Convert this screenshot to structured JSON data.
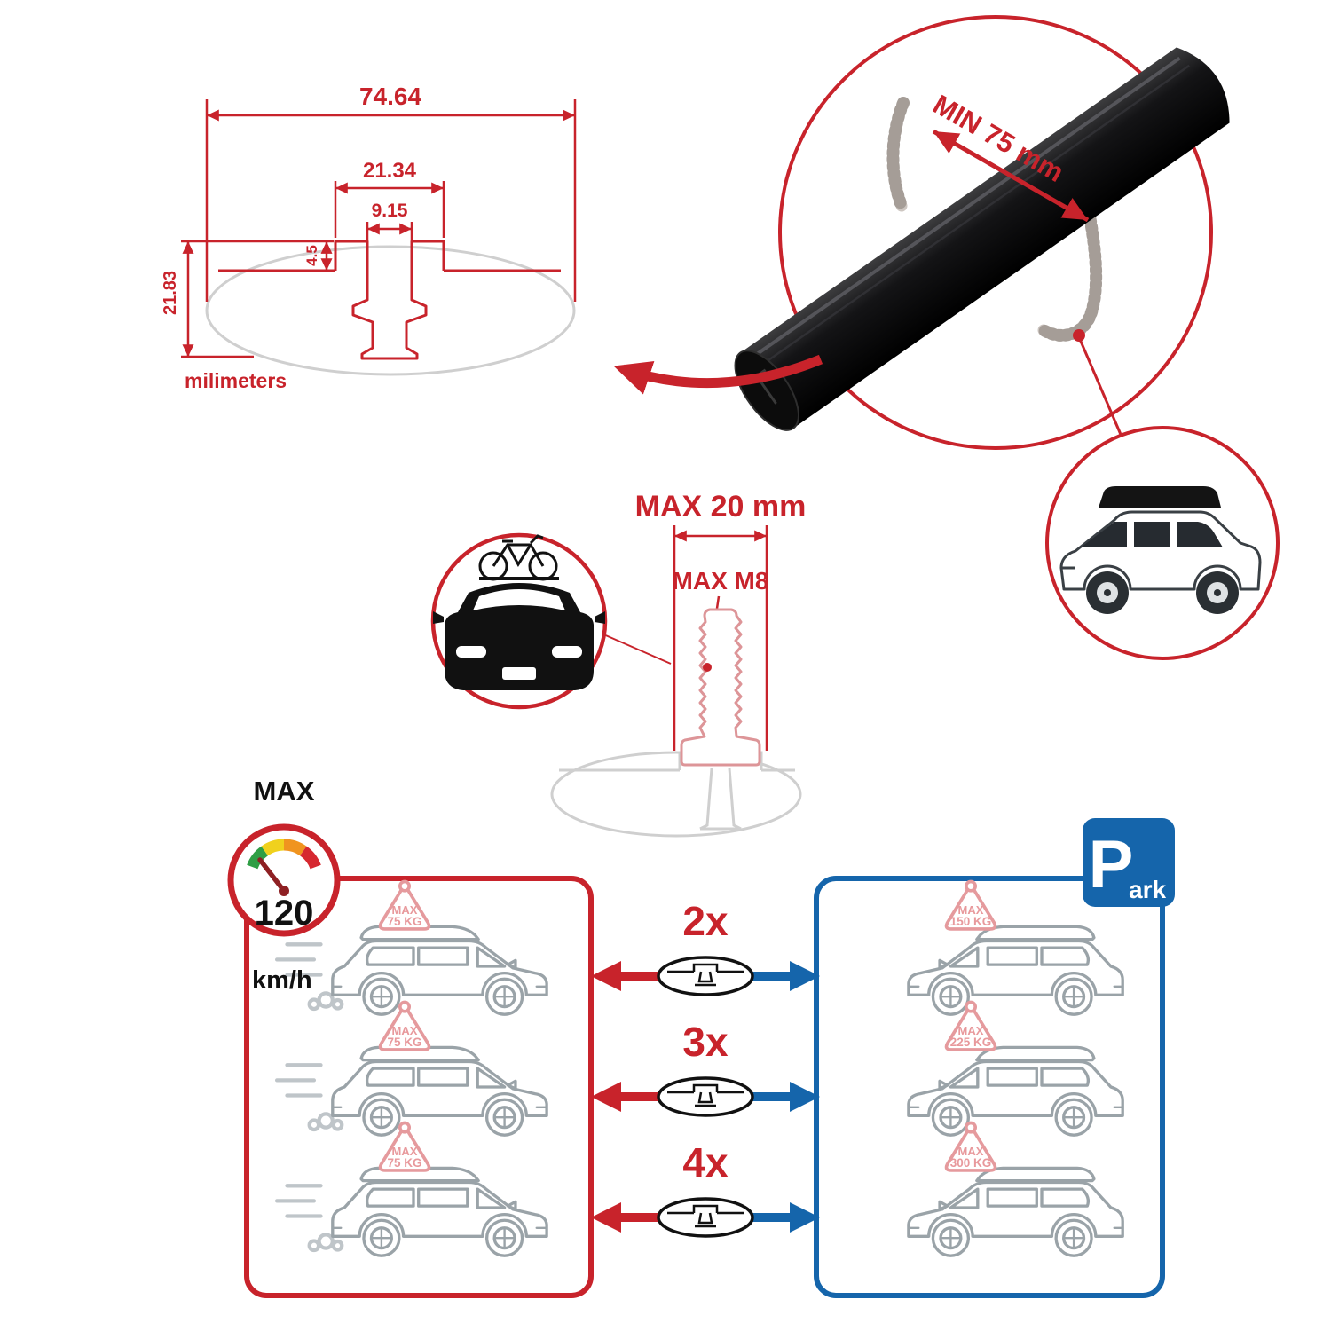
{
  "colors": {
    "red": "#c8232b",
    "blue": "#1565ab",
    "pink": "#e59a9d",
    "pink_text": "#e8999c",
    "profile_gray": "#cfcfcf",
    "car_gray": "#9aa3a8",
    "black": "#111111"
  },
  "dimension_diagram": {
    "total_width": "74.64",
    "channel_width": "21.34",
    "slot_width": "9.15",
    "lip_depth": "4.5",
    "total_height": "21.83",
    "unit_label": "milimeters"
  },
  "crossbar_detail": {
    "min_span": "MIN 75 mm"
  },
  "bolt_diagram": {
    "max_width": "MAX 20 mm",
    "max_thread": "MAX M8"
  },
  "speed_gauge": {
    "title": "MAX",
    "value": "120",
    "unit": "km/h"
  },
  "park_sign": {
    "initial": "P",
    "rest": "ark"
  },
  "bar_quantities": [
    "2x",
    "3x",
    "4x"
  ],
  "driving_cars": [
    {
      "line1": "MAX",
      "line2": "75 KG"
    },
    {
      "line1": "MAX",
      "line2": "75 KG"
    },
    {
      "line1": "MAX",
      "line2": "75 KG"
    }
  ],
  "parking_cars": [
    {
      "line1": "MAX",
      "line2": "150 KG"
    },
    {
      "line1": "MAX",
      "line2": "225 KG"
    },
    {
      "line1": "MAX",
      "line2": "300 KG"
    }
  ]
}
